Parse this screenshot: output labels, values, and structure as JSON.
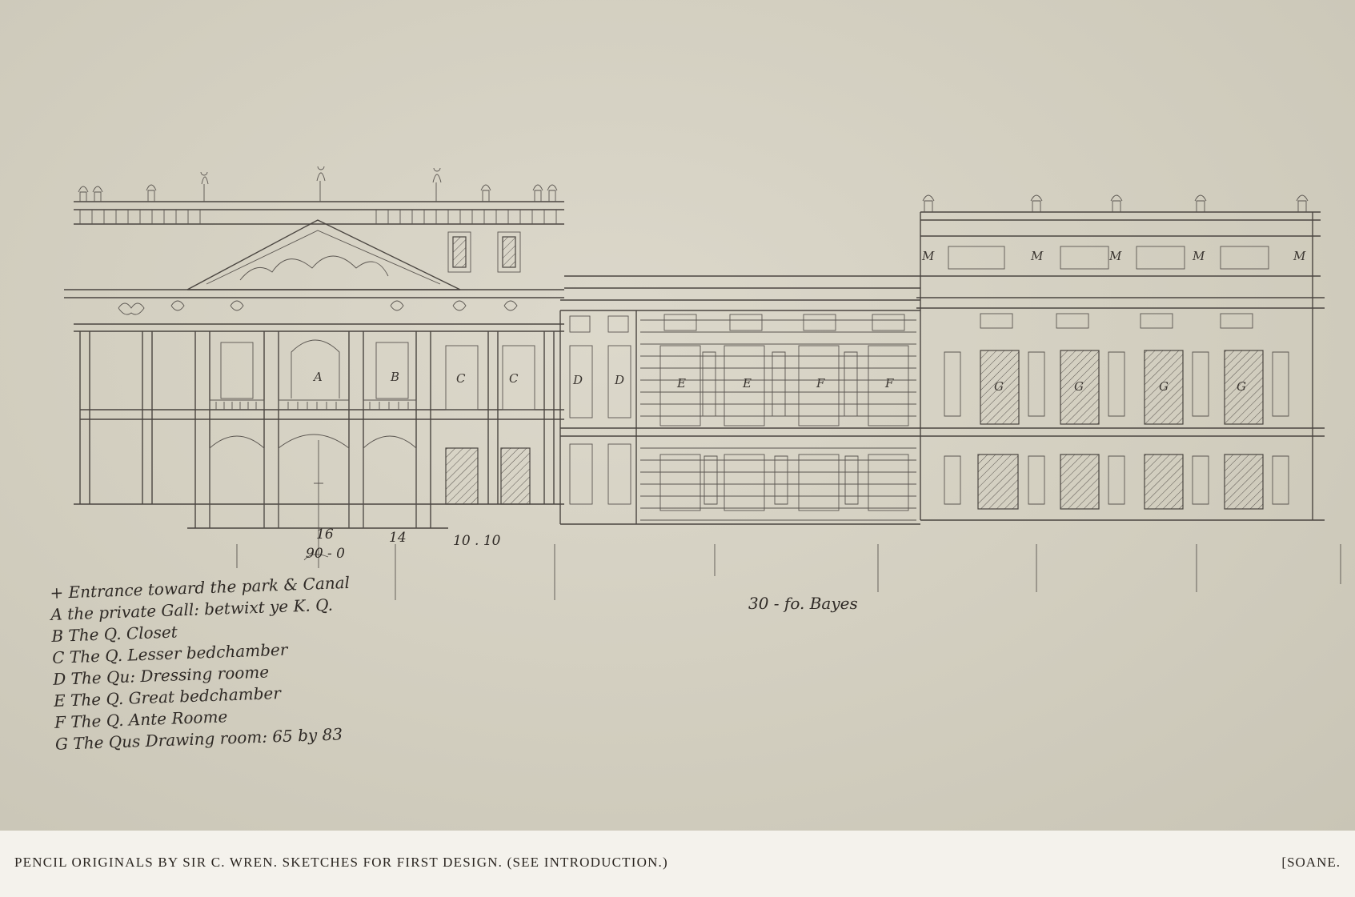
{
  "drawing": {
    "bay_letters": [
      "A",
      "B",
      "C",
      "C",
      "D",
      "D",
      "E",
      "E",
      "F",
      "F",
      "G",
      "G",
      "G",
      "G"
    ],
    "attic_marks": [
      "M",
      "M",
      "M",
      "M",
      "M"
    ],
    "measurements": {
      "m1": "16",
      "m2": "90 - 0",
      "m3": "14",
      "m4": "10 . 10",
      "m5": "30 - fo. Bayes"
    },
    "legend": [
      "+ Entrance toward the park & Canal",
      "A the private Gall: betwixt ye K. Q.",
      "B The Q. Closet",
      "C The Q. Lesser bedchamber",
      "D The Qu: Dressing roome",
      "E The Q. Great bedchamber",
      "F The Q. Ante Roome",
      "G The Qus Drawing room: 65 by 83"
    ]
  },
  "caption": {
    "main": "PENCIL ORIGINALS BY SIR C. WREN.  SKETCHES FOR FIRST DESIGN.  (SEE INTRODUCTION.)",
    "credit": "[SOANE."
  }
}
